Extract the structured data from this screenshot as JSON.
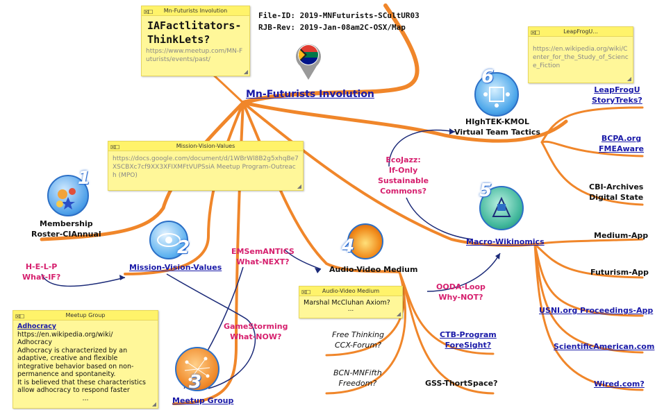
{
  "header": {
    "file_id": "File-ID:  2019-MNFuturists-SCultUR03",
    "rev": "RJB-Rev:  2019-Jan-08am2C-OSX/Map"
  },
  "central_topic": "Mn-Futurists Involution",
  "notes": {
    "futurists": {
      "title": "Mn-Futurists Involution",
      "heading": "IAFactlitators-ThinkLets?",
      "url": "https://www.meetup.com/MN-Futurists/events/past/"
    },
    "leapfrog": {
      "title": "LeapFrogU...",
      "url": "https://en.wikipedia.org/wiki/Center_for_the_Study_of_Science_Fiction"
    },
    "mission": {
      "title": "Mission-Vision-Values",
      "text": "https://docs.google.com/document/d/1WBrWl8B2g5xhqBe7XSCBXc7cf9XX3XFIXMFtVUPSsiA Meetup Program-Outreach (MPO)"
    },
    "meetup": {
      "title": "Meetup Group",
      "link": "Adhocracy",
      "lines": [
        "https://en.wikipedia.org/wiki/",
        "Adhocracy",
        "Adhocracy is characterized by an adaptive, creative and flexible integrative behavior based on non-permanence and spontaneity.",
        "It is believed that these characteristics allow adhocracy to respond faster"
      ],
      "more": "..."
    },
    "audio": {
      "title": "Audio-Video Medium",
      "text": "Marshal McCluhan Axiom?",
      "more": "..."
    }
  },
  "branches": {
    "membership": [
      "Membership",
      "Roster-CIAnnual"
    ],
    "mission_link": "Mission-Vision-Values",
    "meetup_link": "Meetup Group",
    "hightek": [
      "HIghTEK-KMOL",
      "Virtual Team Tactics"
    ],
    "audio_video": "Audio-Video Medium",
    "macro": "Macro-Wikinomics",
    "leapfrog": [
      "LeapFrogU",
      "StoryTreks?"
    ],
    "bcpa": [
      "BCPA.org",
      "FMEAware"
    ],
    "cbi": [
      "CBI-Archives",
      "Digital State"
    ],
    "medium_app": "Medium-App",
    "futurism_app": "Futurism-App",
    "usni": "USNI.org Proceedings-App",
    "sciam": "ScientificAmerican.com",
    "wired": "Wired.com?",
    "free_thinking": [
      "Free Thinking",
      "CCX-Forum?"
    ],
    "ctb": [
      "CTB-Program",
      "ForeSight?"
    ],
    "bcn": [
      "BCN-MNFifth",
      "Freedom?"
    ],
    "gss": "GSS-ThortSpace?"
  },
  "relations": {
    "help": [
      "H-E-L-P",
      "What-IF?"
    ],
    "ecojazz": [
      "EcoJazz:",
      "If-Only",
      "Sustainable",
      "Commons?"
    ],
    "emsem": [
      "EMSemANTICS",
      "What-NEXT?"
    ],
    "gamestorming": [
      "GameStorming",
      "What-NOW?"
    ],
    "ooda": [
      "OODA-Loop",
      "Why-NOT?"
    ]
  },
  "icon_numbers": [
    "1",
    "2",
    "3",
    "4",
    "5",
    "6"
  ],
  "icons": [
    "membership-icon",
    "mission-eye-icon",
    "meetup-network-icon",
    "audio-video-flame-icon",
    "macro-wikinomics-icon",
    "hightek-icon",
    "south-africa-flag-pin-icon"
  ],
  "colors": {
    "branch": "#f0862a",
    "relation": "#1b2a78",
    "note": "#fff799",
    "link": "#1a1aa8",
    "relation_label": "#d6206e"
  }
}
